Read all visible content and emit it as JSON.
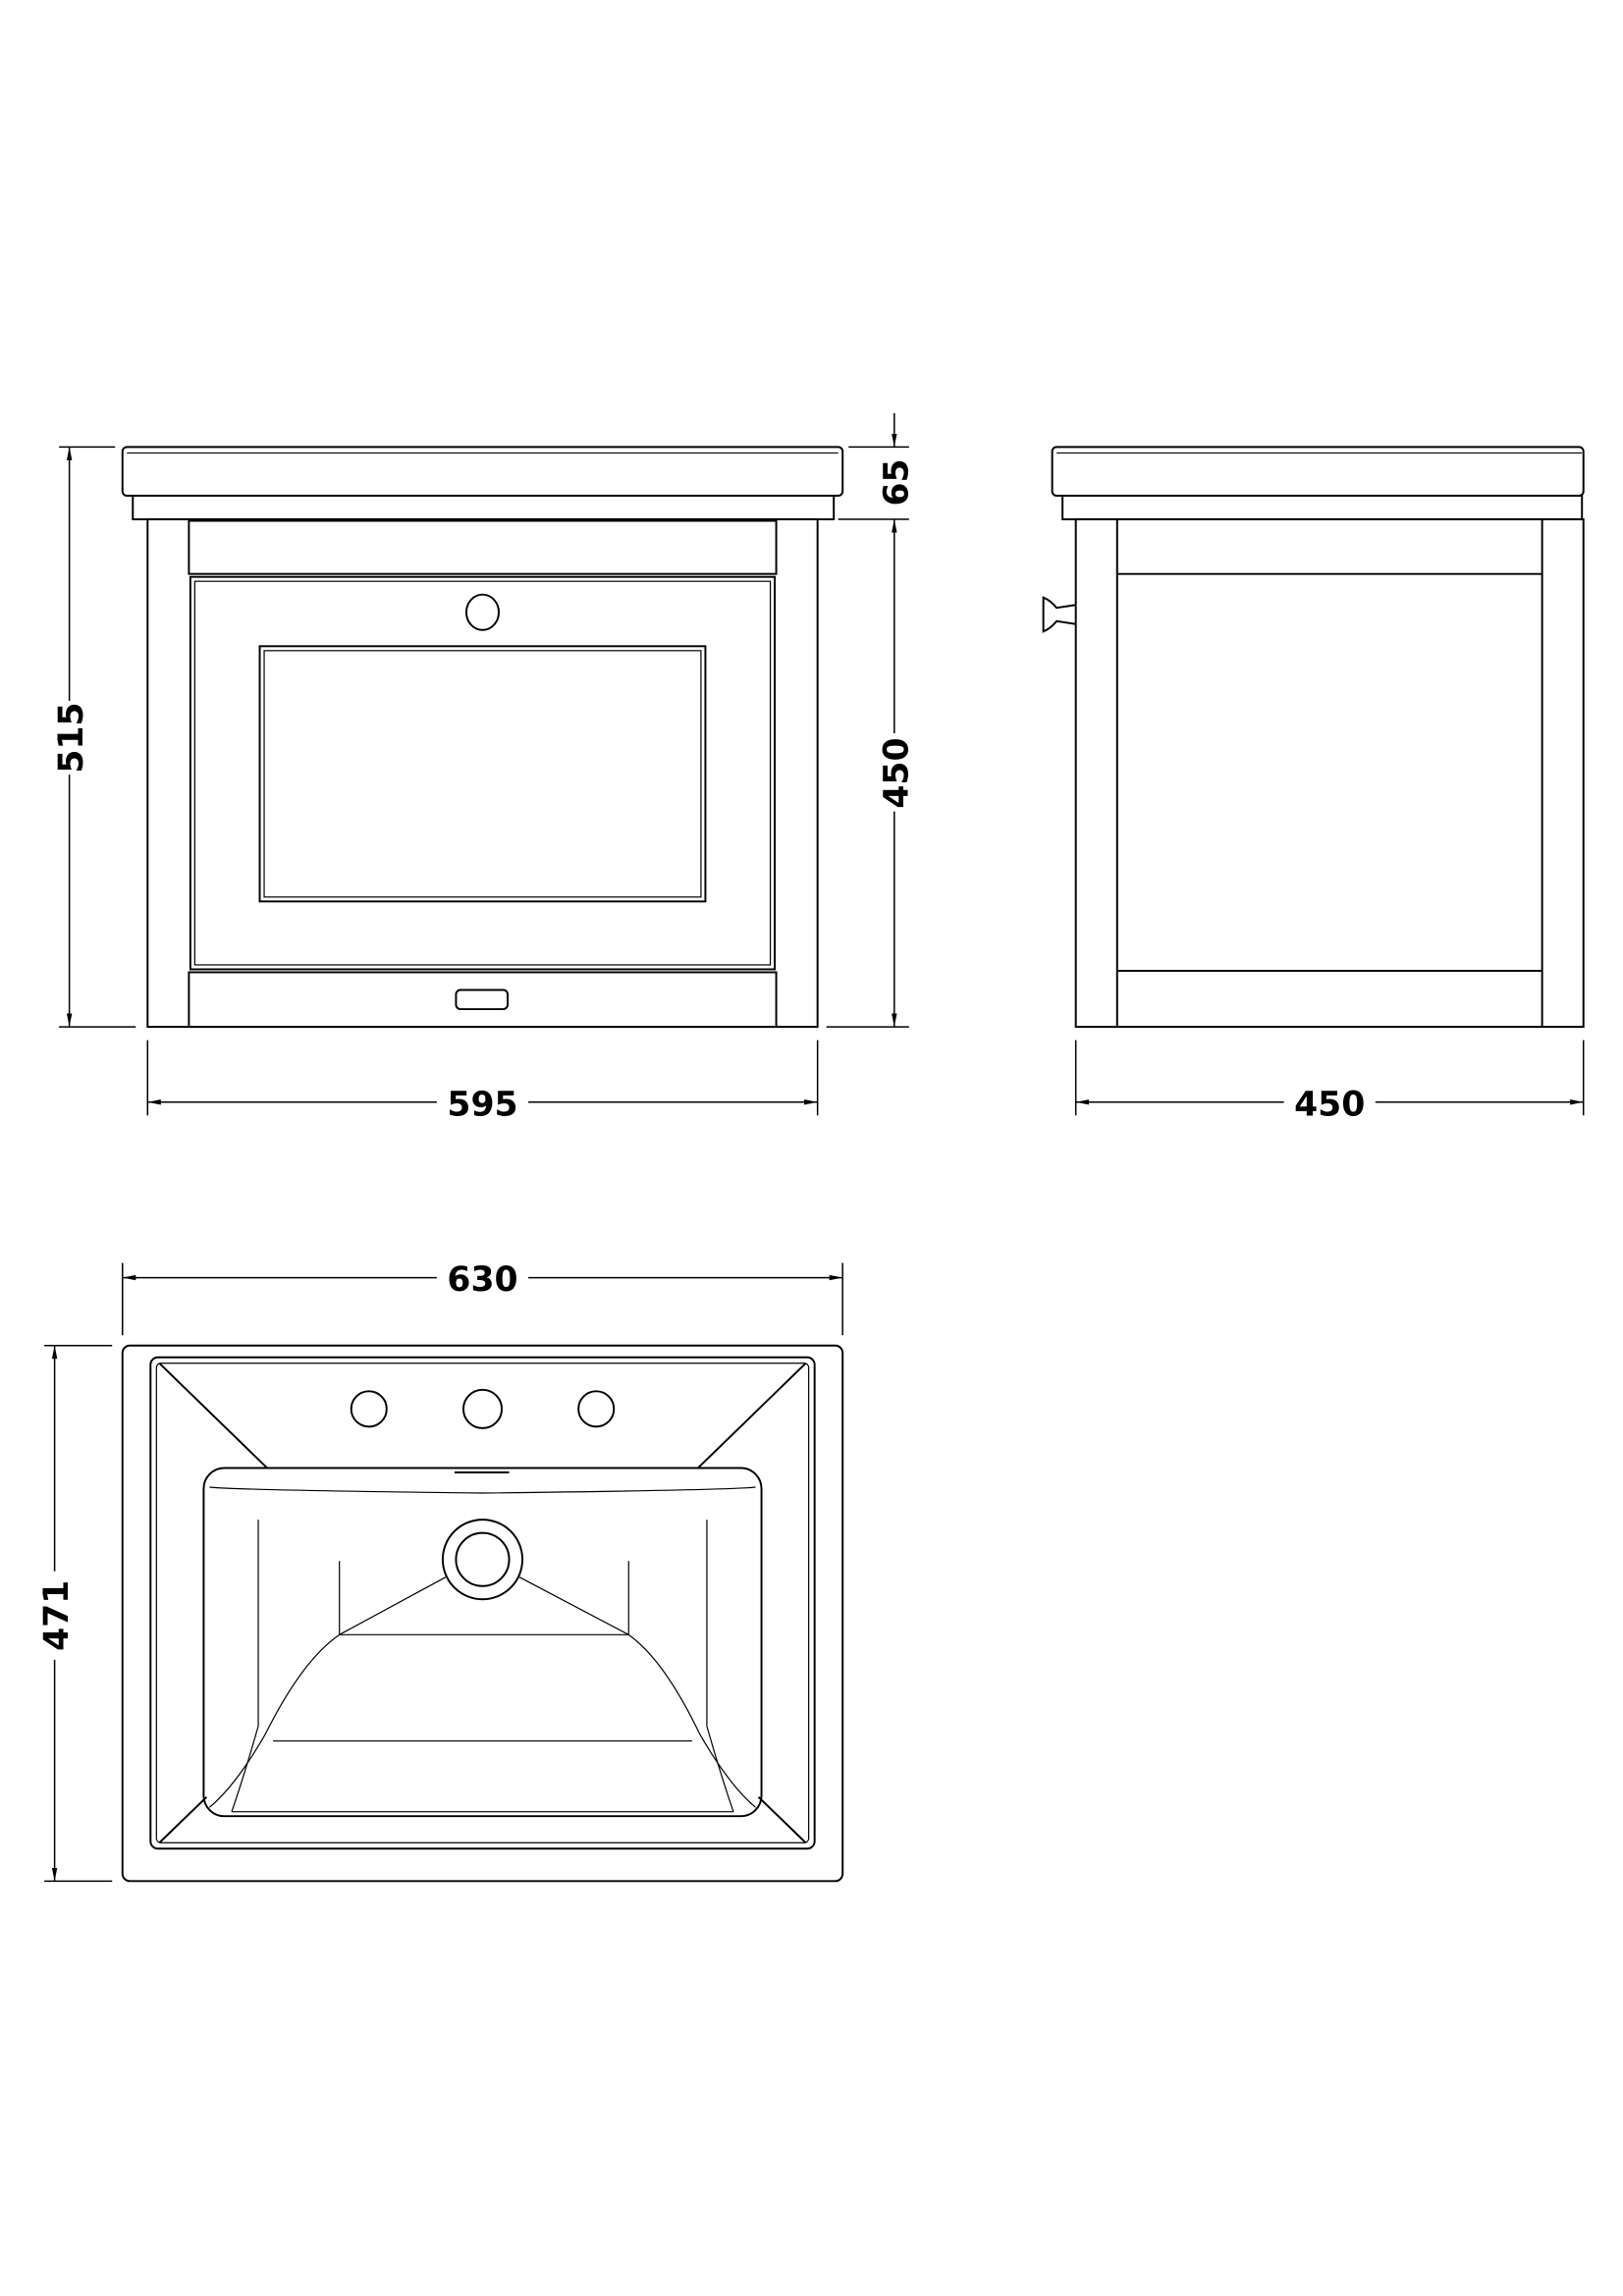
{
  "front_view": {
    "overall_height": "515",
    "basin_height": "65",
    "cabinet_height": "450",
    "cabinet_width": "595"
  },
  "side_view": {
    "depth": "450"
  },
  "top_view": {
    "basin_width": "630",
    "basin_depth": "471"
  },
  "colors": {
    "line": "#000000",
    "background": "#ffffff"
  }
}
